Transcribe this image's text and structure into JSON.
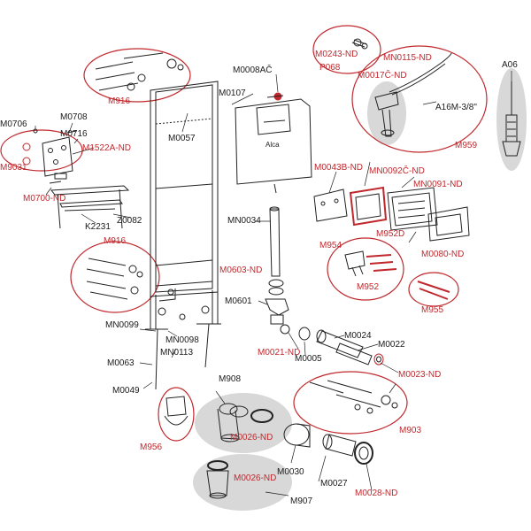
{
  "colors": {
    "spare_part_red": "#c0282d",
    "standard_black": "#1a1a1a",
    "highlight_grey": "#d6d6d6",
    "line": "#222222"
  },
  "parts": {
    "m916_top": "M916",
    "m0706": "M0706",
    "m0708": "M0708",
    "m0716": "M0716",
    "m1522a_nd": "M1522A-ND",
    "m9031": "M9031",
    "m0700_nd": "M0700-ND",
    "k2231": "K2231",
    "z0082": "Z0082",
    "m916_mid": "M916",
    "mn0099": "MN0099",
    "mn0098": "MN0098",
    "mn0113": "MN0113",
    "m0063": "M0063",
    "m0049": "M0049",
    "m956": "M956",
    "m0107": "M0107",
    "m0057": "M0057",
    "m0008ac": "M0008AČ",
    "mn0034": "MN0034",
    "m0603_nd": "M0603-ND",
    "m0601": "M0601",
    "m0021_nd": "M0021-ND",
    "m0005": "M0005",
    "m0024": "M0024",
    "m0022": "M0022",
    "m0023_nd": "M0023-ND",
    "m0243_nd": "M0243-ND",
    "p068": "P068",
    "mn0115_nd": "MN0115-ND",
    "m0017c_nd": "M0017Č-ND",
    "a16m": "A16M-3/8\"",
    "m959": "M959",
    "a06": "A06",
    "m0043b_nd": "M0043B-ND",
    "mn0092c_nd": "MN0092Č-ND",
    "mn0091_nd": "MN0091-ND",
    "m952d": "M952D",
    "m954": "M954",
    "m952": "M952",
    "m0080_nd": "M0080-ND",
    "m955": "M955",
    "m903": "M903",
    "m908": "M908",
    "m0026_nd_a": "M0026-ND",
    "m0026_nd_b": "M0026-ND",
    "m907": "M907",
    "m0030": "M0030",
    "m0027": "M0027",
    "m0028_nd": "M0028-ND"
  },
  "tank_brand": "Alca"
}
